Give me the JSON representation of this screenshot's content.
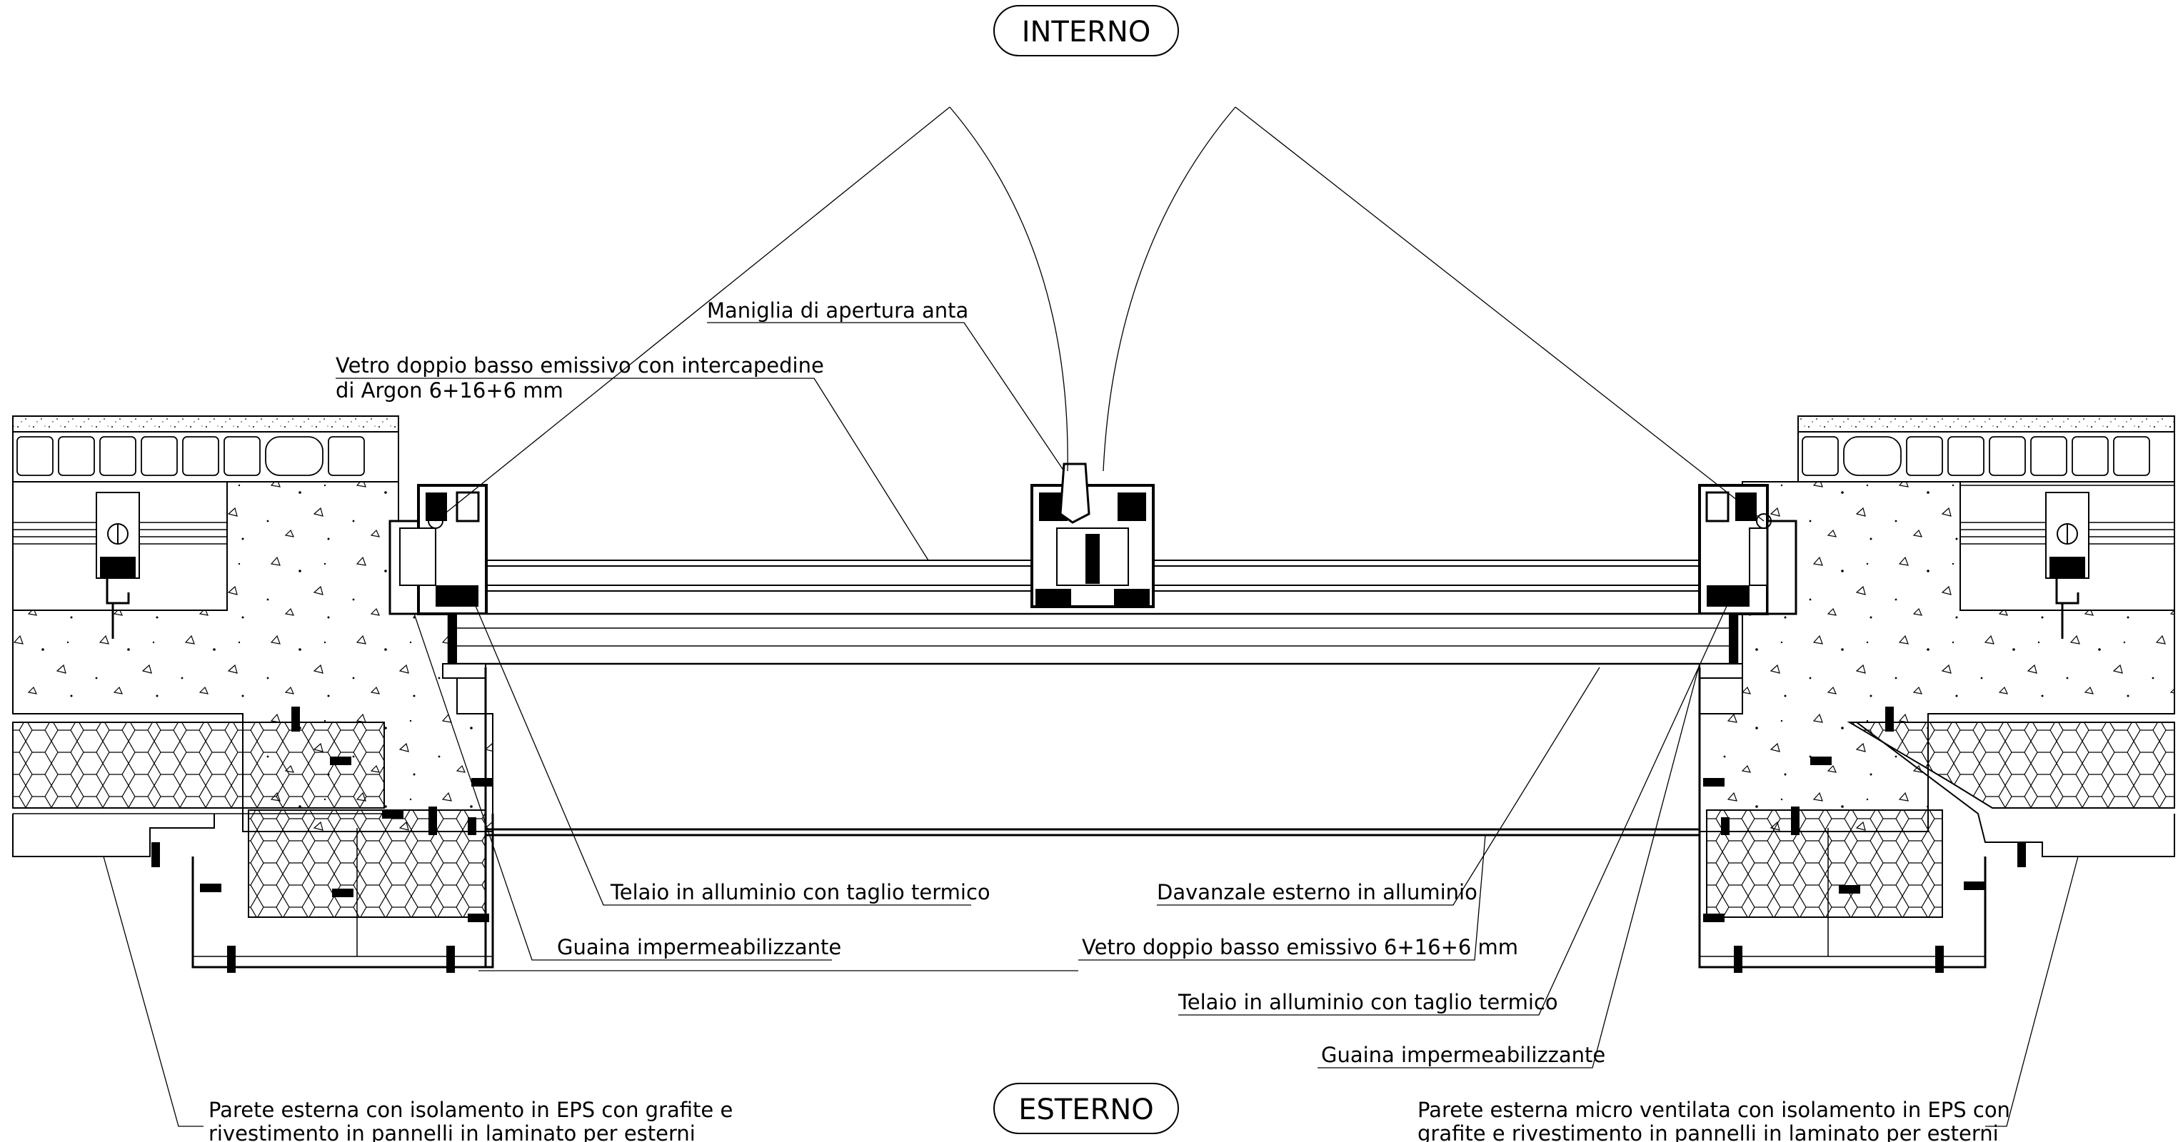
{
  "orientation": {
    "top": "INTERNO",
    "bottom": "ESTERNO"
  },
  "callouts": {
    "handle": "Maniglia di apertura anta",
    "glass_top_line1": "Vetro doppio basso emissivo con intercapedine",
    "glass_top_line2": "di Argon 6+16+6 mm",
    "frame_left": "Telaio in alluminio con taglio termico",
    "sheath_left": "Guaina impermeabilizzante",
    "sill": "Davanzale esterno in alluminio",
    "glass_bottom": "Vetro doppio basso emissivo 6+16+6 mm",
    "frame_right": "Telaio in alluminio con taglio termico",
    "sheath_right": "Guaina impermeabilizzante",
    "wall_left_line1": "Parete esterna con isolamento in EPS con grafite e",
    "wall_left_line2": "rivestimento in pannelli in laminato per esterni",
    "wall_right_line1": "Parete esterna micro ventilata con isolamento in EPS con",
    "wall_right_line2": "grafite e rivestimento in pannelli in laminato per esterni"
  }
}
